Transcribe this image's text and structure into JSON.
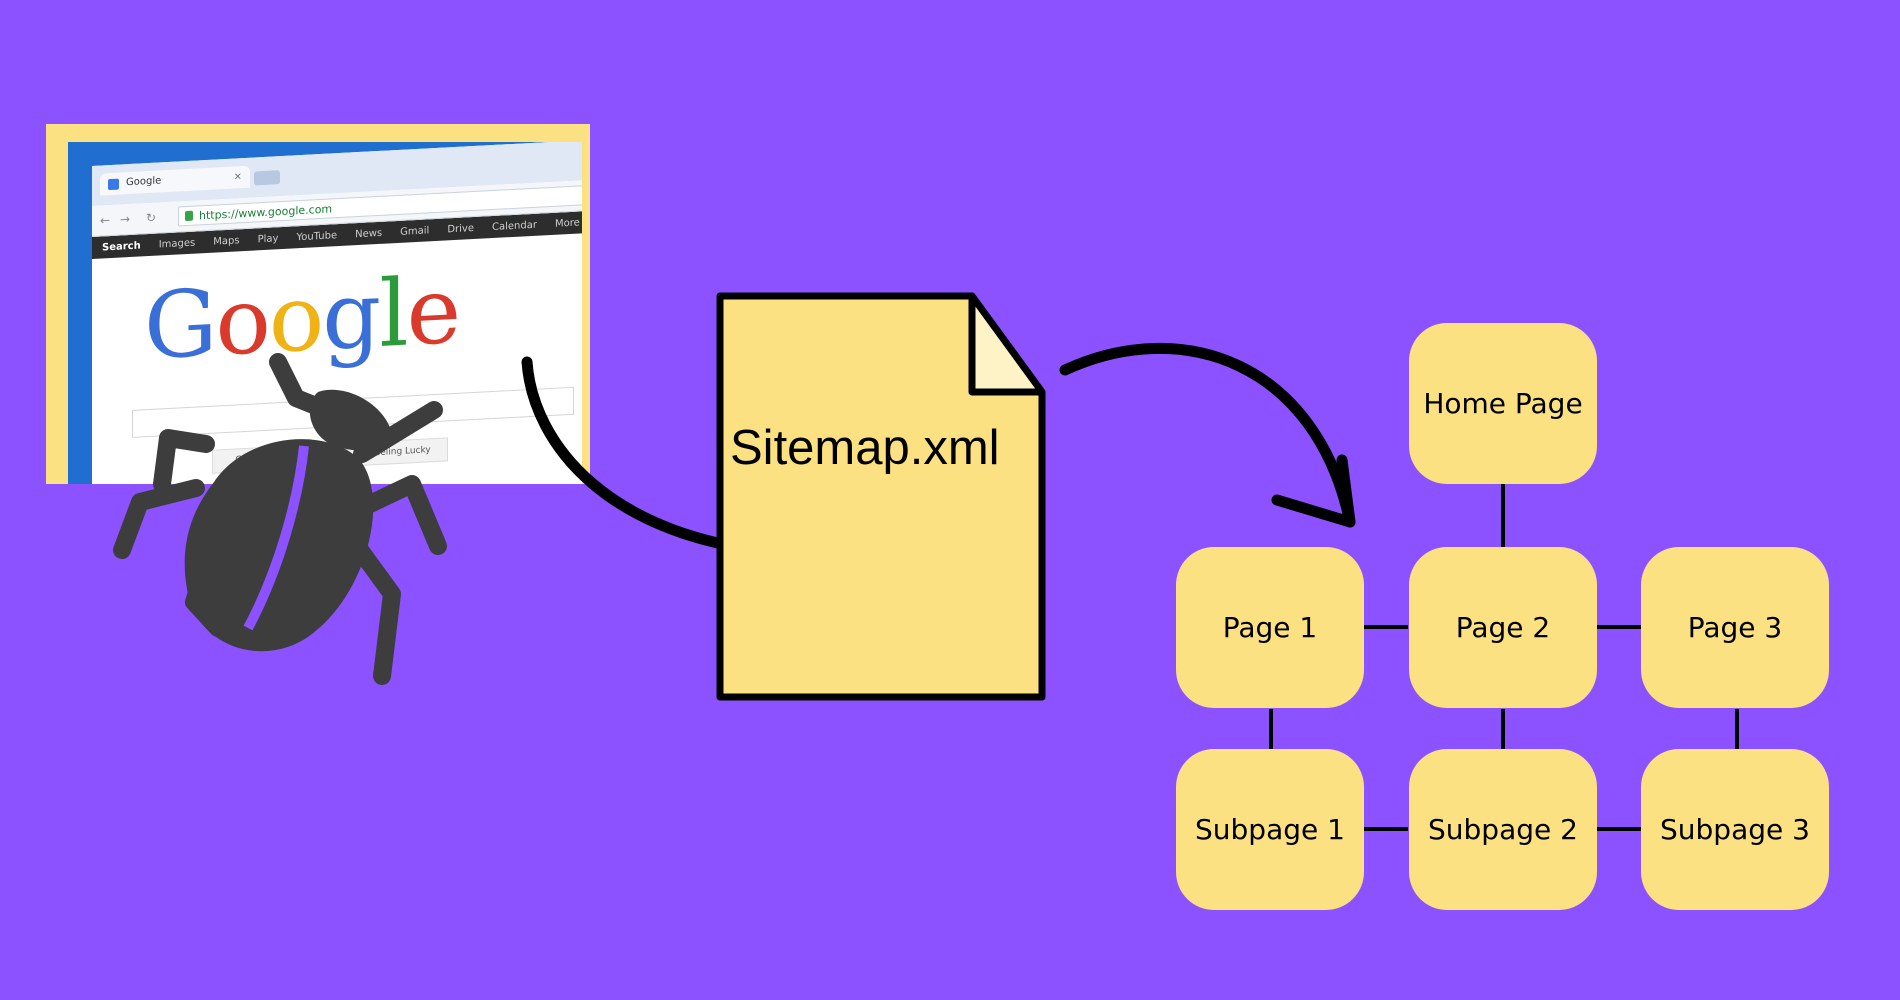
{
  "browser": {
    "tab_title": "Google",
    "tab_close": "×",
    "url": "https://www.google.com",
    "nav_items": [
      "Search",
      "Images",
      "Maps",
      "Play",
      "YouTube",
      "News",
      "Gmail",
      "Drive",
      "Calendar",
      "More -"
    ],
    "logo_text": "Google",
    "search_button_label": "Google Search",
    "lucky_button_label": "I'm Feeling Lucky"
  },
  "icons": {
    "bug": "bug-icon",
    "arrow_left": "curved-arrow-icon",
    "arrow_right": "curved-arrow-icon"
  },
  "document": {
    "label": "Sitemap.xml"
  },
  "tree": {
    "home": "Home Page",
    "pages": [
      "Page 1",
      "Page 2",
      "Page 3"
    ],
    "subpages": [
      "Subpage 1",
      "Subpage 2",
      "Subpage 3"
    ]
  },
  "colors": {
    "background": "#8c52ff",
    "node_fill": "#fbe181",
    "doc_fill": "#fbe181",
    "ink": "#000000",
    "bug": "#3d3d3d"
  }
}
